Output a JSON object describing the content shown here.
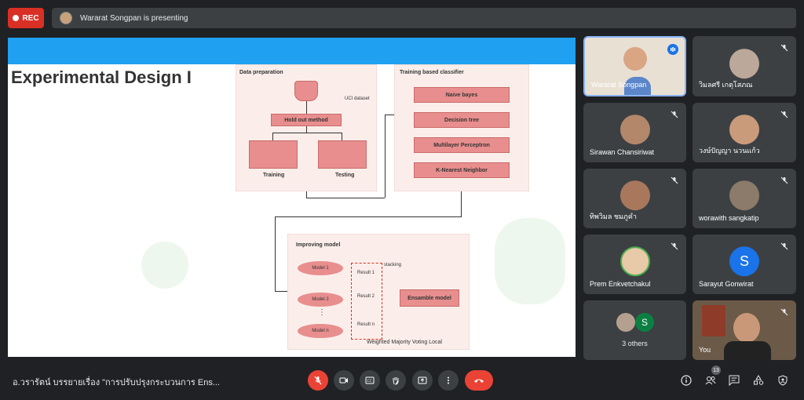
{
  "topbar": {
    "rec_label": "REC",
    "presenting_text": "Wararat Songpan is presenting"
  },
  "slide": {
    "title": "Experimental Design I",
    "data_prep": {
      "title": "Data preparation",
      "dataset_label": "UCI dataset",
      "holdout": "Hold out method",
      "training": "Training",
      "testing": "Testing"
    },
    "training_classifier": {
      "title": "Training based classifier",
      "items": [
        "Naive bayes",
        "Decision tree",
        "Multilayer Perceptron",
        "K-Nearest Neighbor"
      ]
    },
    "improving": {
      "title": "Improving model",
      "models": [
        "Model 1",
        "Model 2",
        "Model n"
      ],
      "dots": "⋮",
      "stacking": "stacking",
      "results": [
        "Result 1",
        "Result 2",
        "Result n"
      ],
      "ensemble": "Ensamble model",
      "voting": "Weighted Majority Voting Local"
    }
  },
  "participants": [
    {
      "name": "Wararat Songpan",
      "active": true
    },
    {
      "name": "วิมลศรี เกตุโสภณ"
    },
    {
      "name": "Sirawan Chansiriwat"
    },
    {
      "name": "วงษ์ปัญญา นวนแก้ว"
    },
    {
      "name": "ทิพวิมล ชมภูคำ"
    },
    {
      "name": "worawith sangkatip"
    },
    {
      "name": "Prem Enkvetchakul"
    },
    {
      "name": "Sarayut Gonwirat",
      "initial": "S"
    },
    {
      "name": "3 others",
      "initial": "S"
    },
    {
      "name": "You"
    }
  ],
  "bottombar": {
    "meeting_title": "อ.วรารัตน์ บรรยายเรื่อง \"การปรับปรุงกระบวนการ Ens...",
    "people_count": "13"
  },
  "colors": {
    "background": "#202124",
    "tile": "#3c4043",
    "rec": "#d93025",
    "end_call": "#ea4335",
    "slide_header": "#1fa0f0",
    "diagram_box": "#e88e8e",
    "avatar_s": "#1a73e8"
  },
  "icons": [
    "mic-off-icon",
    "camera-icon",
    "captions-icon",
    "raise-hand-icon",
    "present-icon",
    "more-icon",
    "end-call-icon",
    "info-icon",
    "people-icon",
    "chat-icon",
    "activities-icon",
    "host-controls-icon"
  ]
}
